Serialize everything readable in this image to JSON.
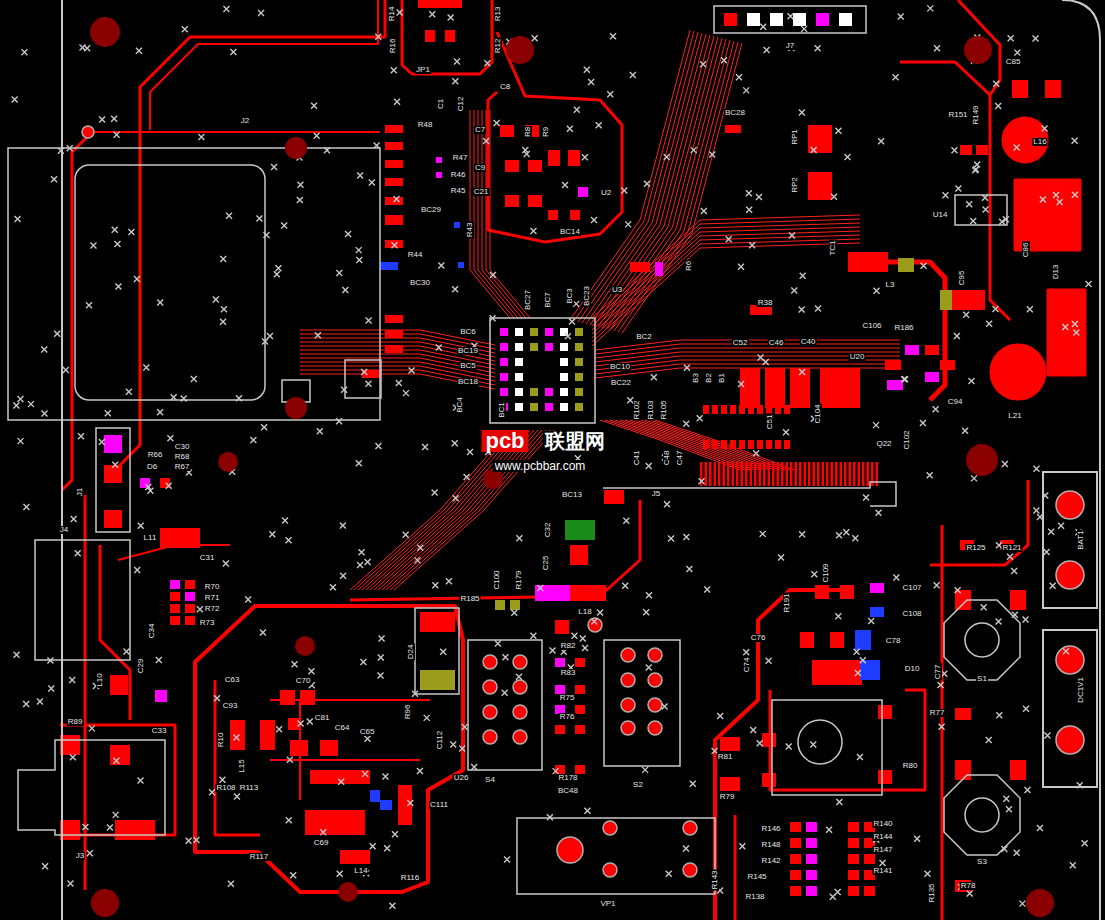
{
  "diagram": {
    "labels": [
      "R14",
      "R13",
      "R16",
      "R12",
      "JP1",
      "C1",
      "C12",
      "C8",
      "C7",
      "R8",
      "R9",
      "C9",
      "C21",
      "U2",
      "BC14",
      "J2",
      "R48",
      "R47",
      "R46",
      "R45",
      "BC29",
      "R43",
      "R44",
      "BC30",
      "J7",
      "BC28",
      "RP1",
      "RP2",
      "C85",
      "R151",
      "R149",
      "L16",
      "U14",
      "C86",
      "D13",
      "TC1",
      "L3",
      "C95",
      "R6",
      "U3",
      "BC27",
      "BC7",
      "BC3",
      "BC23",
      "R38",
      "BC2",
      "BC6",
      "BC19",
      "BC5",
      "BC18",
      "BC1",
      "BC4",
      "BC10",
      "BC22",
      "B3",
      "B2",
      "B1",
      "C52",
      "C46",
      "C40",
      "C106",
      "R186",
      "U20",
      "R102",
      "R103",
      "R105",
      "Q22",
      "C102",
      "C94",
      "L21",
      "C104",
      "C51",
      "J5",
      "C41",
      "C48",
      "C47",
      "BC13",
      "C32",
      "C25",
      "C100",
      "R179",
      "L18",
      "R185",
      "D24",
      "R82",
      "R83",
      "R75",
      "R76",
      "R178",
      "BC48",
      "S4",
      "S2",
      "U26",
      "R96",
      "C112",
      "C111",
      "R66",
      "C30",
      "R68",
      "D6",
      "R67",
      "J1",
      "J4",
      "L11",
      "C31",
      "R70",
      "R71",
      "R72",
      "R73",
      "C34",
      "C29",
      "L10",
      "R89",
      "C33",
      "J3",
      "C63",
      "C70",
      "C93",
      "C81",
      "C64",
      "C65",
      "R10",
      "L15",
      "R108",
      "R113",
      "C69",
      "L14",
      "R116",
      "R117",
      "VP1",
      "C109",
      "C107",
      "C108",
      "R191",
      "C76",
      "C78",
      "D10",
      "C77",
      "C74",
      "R125",
      "R121",
      "BAT1",
      "S1",
      "DC1V1",
      "R77",
      "R81",
      "R79",
      "R80",
      "S3",
      "R146",
      "R148",
      "R142",
      "R145",
      "R138",
      "R143",
      "R140",
      "R144",
      "R147",
      "R141",
      "R78",
      "R135",
      "pcb",
      "联盟网",
      "www.pcbbar.com"
    ]
  }
}
